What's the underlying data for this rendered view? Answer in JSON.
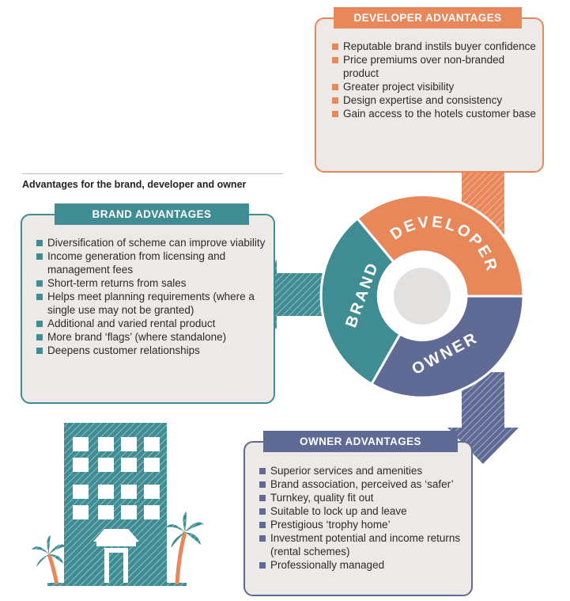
{
  "caption": "Advantages for the brand, developer and owner",
  "developer": {
    "title": "DEVELOPER ADVANTAGES",
    "items": [
      "Reputable brand instils buyer confidence",
      "Price premiums over non-branded product",
      "Greater project visibility",
      "Design expertise and consistency",
      "Gain access to the hotels customer base"
    ]
  },
  "brand": {
    "title": "BRAND ADVANTAGES",
    "items": [
      "Diversification of scheme can improve viability",
      "Income generation from licensing and management fees",
      "Short-term returns from sales",
      "Helps meet planning requirements (where a single use may not be granted)",
      "Additional and varied rental product",
      "More brand ‘flags’ (where standalone)",
      "Deepens customer relationships"
    ]
  },
  "owner": {
    "title": "OWNER ADVANTAGES",
    "items": [
      "Superior services and amenities",
      "Brand association, perceived as ‘safer’",
      "Turnkey, quality fit out",
      "Suitable to lock up and leave",
      "Prestigious ‘trophy home’",
      "Investment potential and income returns (rental schemes)",
      "Professionally managed"
    ]
  },
  "wheel": {
    "developer": "DEVELOPER",
    "brand": "BRAND",
    "owner": "OWNER"
  },
  "colors": {
    "orange": "#e8875a",
    "teal": "#3f8c93",
    "slate": "#5f6b94",
    "box": "#ece9e6"
  }
}
